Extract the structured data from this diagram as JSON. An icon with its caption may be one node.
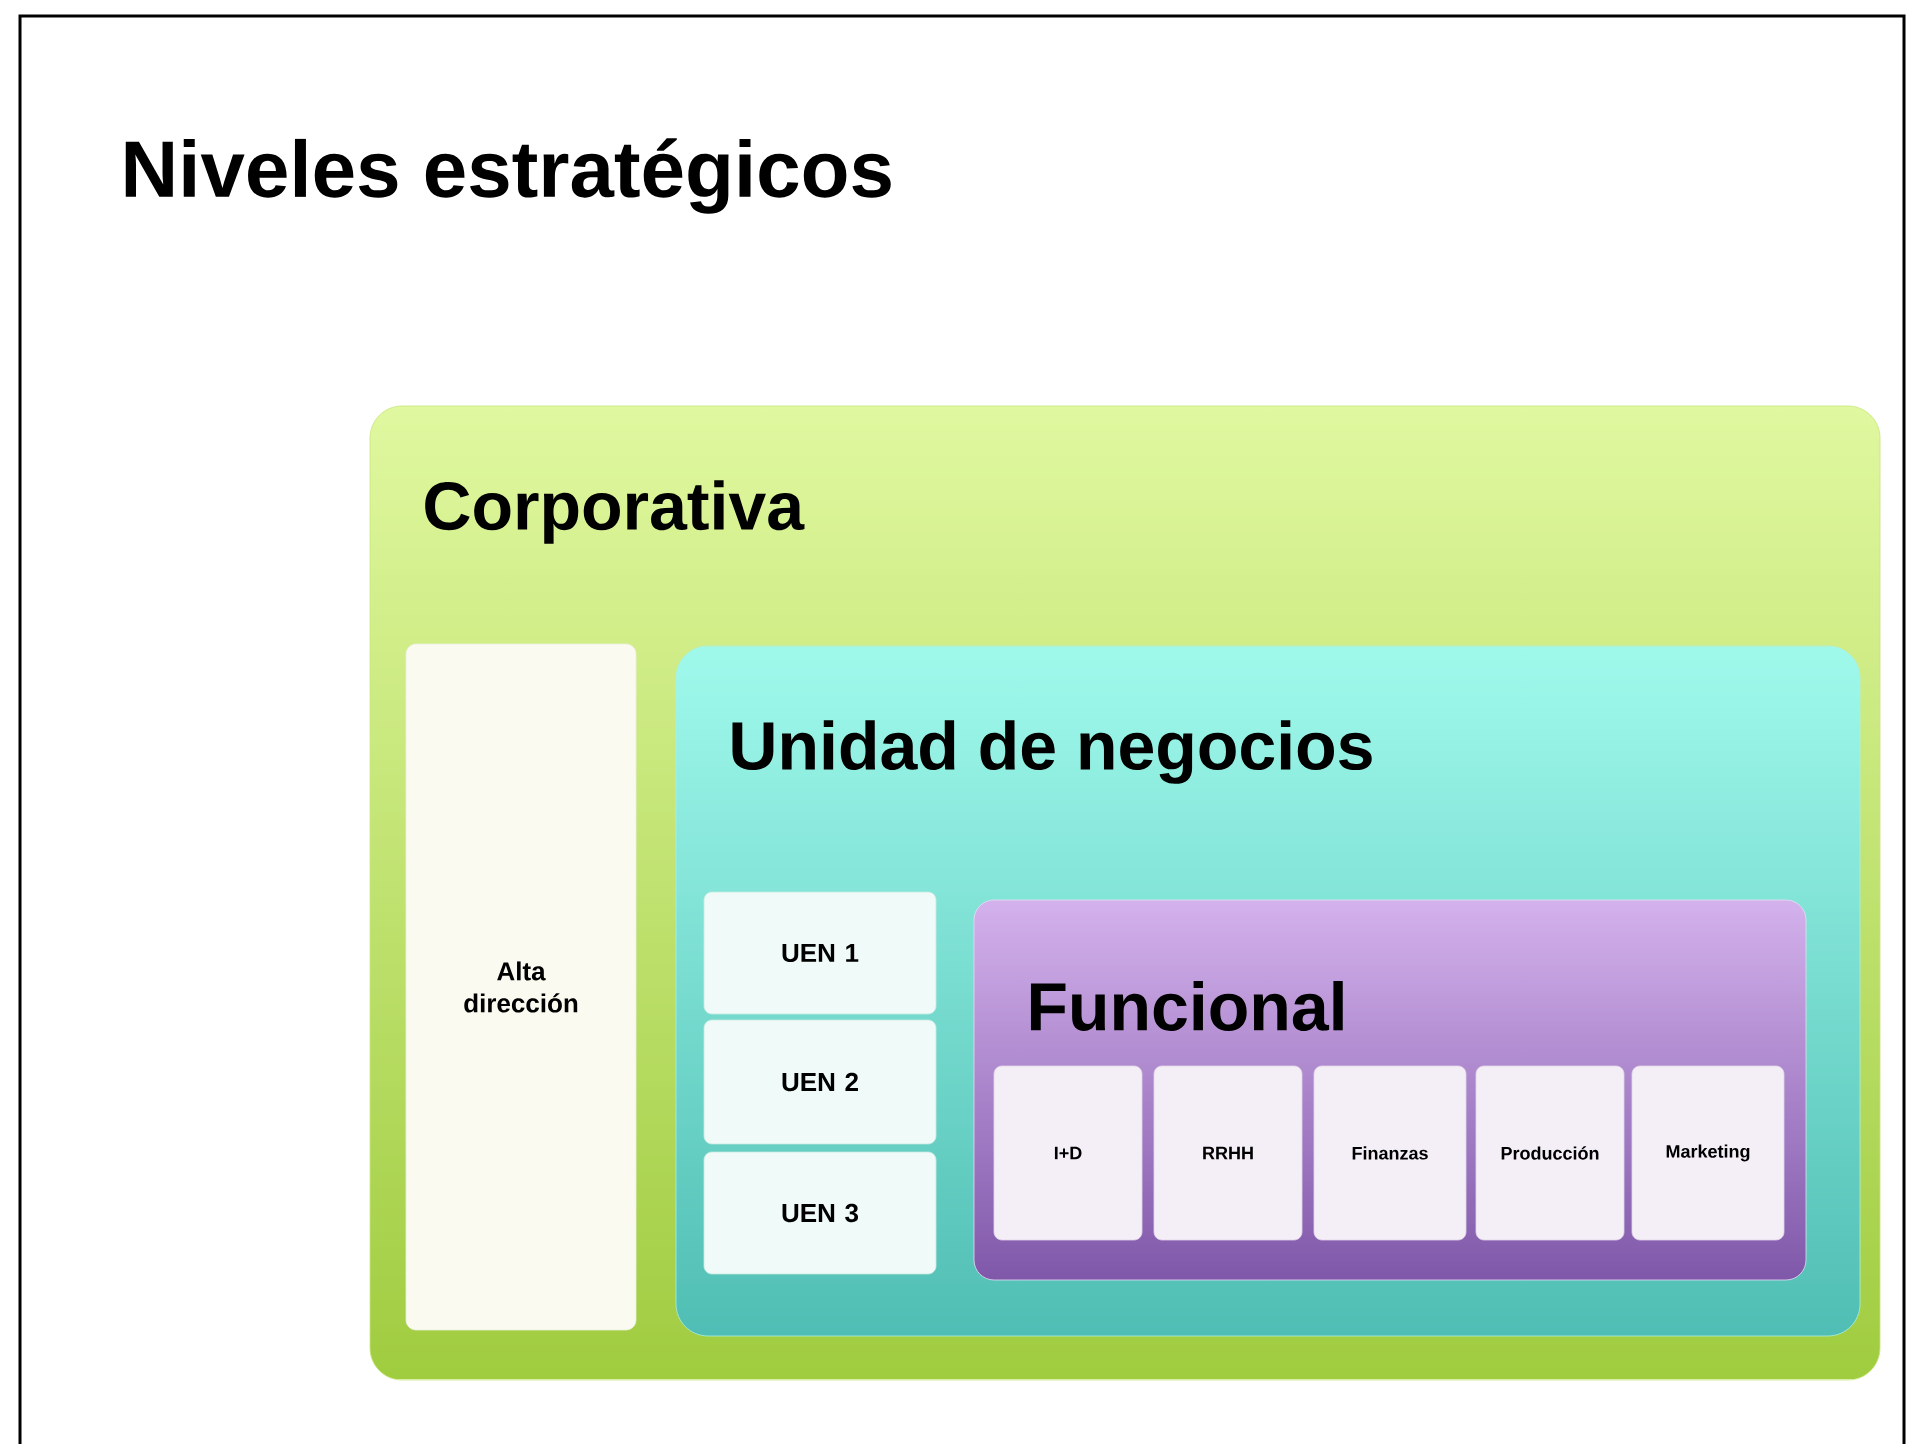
{
  "diagram": {
    "title": "Niveles estratégicos",
    "nodes": [
      {
        "text": [
          "Corporativa"
        ]
      },
      {
        "text": [
          "Alta dirección"
        ],
        "in": 0
      },
      {
        "text": [
          "Unidad de negocios"
        ],
        "in": 0
      },
      {
        "text": [
          "UEN 1"
        ],
        "in": 2
      },
      {
        "text": [
          "UEN 2"
        ],
        "in": 2
      },
      {
        "text": [
          "UEN 3"
        ],
        "in": 2
      },
      {
        "text": [
          "Funcional"
        ],
        "in": 2
      },
      {
        "text": [
          "I+D"
        ],
        "in": 6
      },
      {
        "text": [
          "RRHH"
        ],
        "in": 6
      },
      {
        "text": [
          "Finanzas"
        ],
        "in": 6
      },
      {
        "text": [
          "Producción"
        ],
        "in": 6
      },
      {
        "text": [
          "Marketing"
        ],
        "in": 6
      }
    ]
  }
}
